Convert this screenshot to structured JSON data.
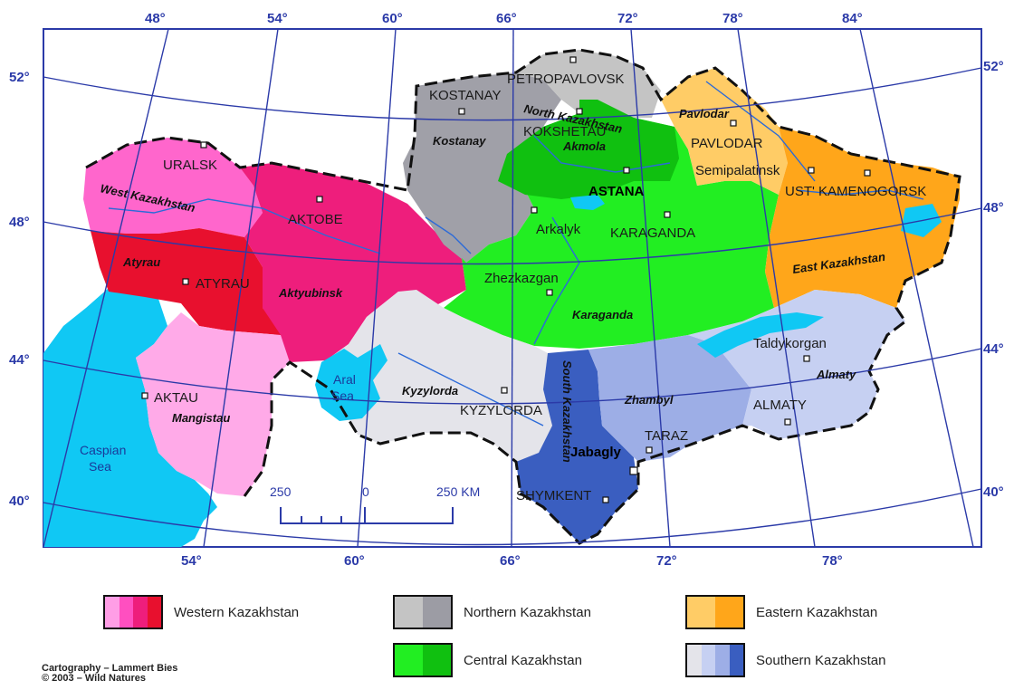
{
  "map": {
    "top_lon_labels": [
      "48°",
      "54°",
      "60°",
      "66°",
      "72°",
      "78°",
      "84°"
    ],
    "bottom_lon_labels": [
      "54°",
      "60°",
      "66°",
      "72°",
      "78°"
    ],
    "left_lat_labels": [
      "52°",
      "48°",
      "44°",
      "40°"
    ],
    "right_lat_labels": [
      "52°",
      "48°",
      "44°",
      "40°"
    ],
    "cities": {
      "petropavlovsk": "PETROPAVLOVSK",
      "kostanay": "KOSTANAY",
      "kokshetau": "KOKSHETAU",
      "uralsk": "URALSK",
      "aktobe": "AKTOBE",
      "atyrau": "ATYRAU",
      "aktau": "AKTAU",
      "astana": "ASTANA",
      "arkalyk": "Arkalyk",
      "karaganda": "KARAGANDA",
      "zhezkazgan": "Zhezkazgan",
      "pavlodar": "PAVLODAR",
      "semipalatinsk": "Semipalatinsk",
      "ust_kamenogorsk": "UST' KAMENOGORSK",
      "kyzylorda": "KYZYLORDA",
      "taraz": "TARAZ",
      "jabagly": "Jabagly",
      "shymkent": "SHYMKENT",
      "almaty": "ALMATY",
      "taldykorgan": "Taldykorgan"
    },
    "regions": {
      "north_kazakhstan_1": "North Kazakhstan",
      "kostanay": "Kostanay",
      "akmola": "Akmola",
      "pavlodar": "Pavlodar",
      "west_kazakhstan": "West Kazakhstan",
      "atyrau": "Atyrau",
      "aktyubinsk": "Aktyubinsk",
      "mangistau": "Mangistau",
      "karaganda": "Karaganda",
      "east_kazakhstan": "East Kazakhstan",
      "kyzylorda": "Kyzylorda",
      "south_kazakhstan": "South Kazakhstan",
      "zhambyl": "Zhambyl",
      "almaty": "Almaty"
    },
    "seas": {
      "aral_1": "Aral",
      "aral_2": "Sea",
      "caspian_1": "Caspian",
      "caspian_2": "Sea"
    },
    "scale": {
      "left": "250",
      "zero": "0",
      "right": "250 KM"
    },
    "colors": {
      "western": [
        "#ff9ee6",
        "#ff4fc0",
        "#ee1e7c",
        "#e8102e"
      ],
      "northern": [
        "#c4c4c4",
        "#9c9ca4"
      ],
      "central": [
        "#22ee22",
        "#10c010"
      ],
      "eastern": [
        "#ffcc66",
        "#ffa61a"
      ],
      "southern": [
        "#e4e4ea",
        "#c6d0f2",
        "#9daee6",
        "#3a5ec0"
      ],
      "water": "#10c8f4",
      "graticule": "#2b3aa8"
    }
  },
  "legend": {
    "western": "Western Kazakhstan",
    "northern": "Northern Kazakhstan",
    "eastern": "Eastern Kazakhstan",
    "central": "Central Kazakhstan",
    "southern": "Southern Kazakhstan"
  },
  "credit": {
    "line1": "Cartography – Lammert Bies",
    "line2": "© 2003 – Wild Natures"
  }
}
